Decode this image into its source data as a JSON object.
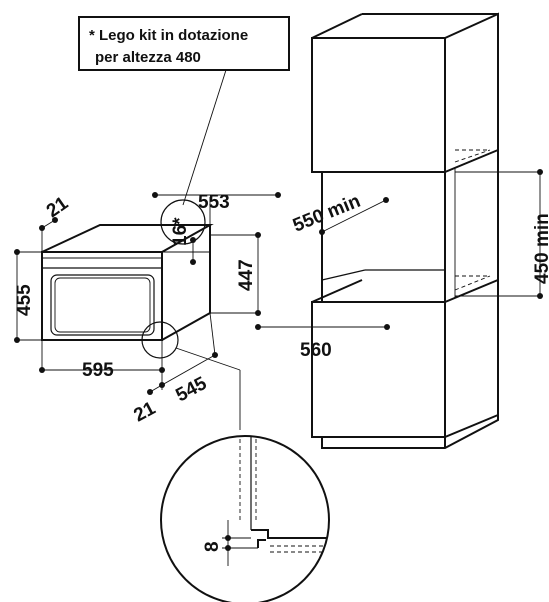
{
  "note": {
    "line1": "* Lego kit in dotazione",
    "line2": "per altezza 480"
  },
  "oven_dimensions": {
    "depth_top": "553",
    "side_offset_top": "21",
    "kit_height": "16*",
    "height": "455",
    "inner_height": "447",
    "width": "595",
    "depth": "545",
    "side_offset_bottom": "21"
  },
  "cabinet_dimensions": {
    "niche_depth": "550 min",
    "niche_width": "560",
    "niche_height": "450 min"
  },
  "detail": {
    "gap": "8"
  }
}
